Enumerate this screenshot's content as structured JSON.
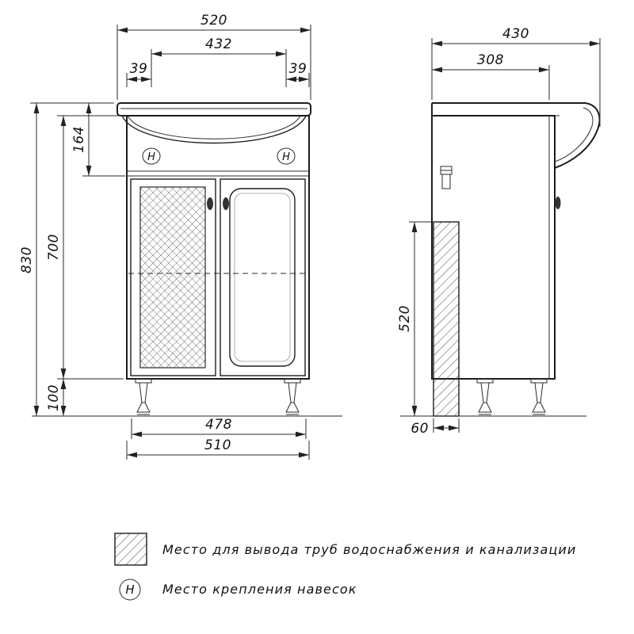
{
  "front_view": {
    "dims": {
      "top_width": "520",
      "mount_span": "432",
      "mount_offset_left": "39",
      "mount_offset_right": "39",
      "sink_section_height": "164",
      "total_height": "830",
      "cabinet_height": "700",
      "leg_height": "100",
      "leg_span": "478",
      "cabinet_width": "510"
    }
  },
  "side_view": {
    "dims": {
      "total_depth": "430",
      "cabinet_depth": "308",
      "pipe_zone_height": "520",
      "pipe_zone_width": "60"
    }
  },
  "symbols": {
    "mount": "H"
  },
  "legend": {
    "pipe_zone_label": "Место для вывода труб водоснабжения и канализации",
    "mount_label": "Место крепления навесок"
  }
}
